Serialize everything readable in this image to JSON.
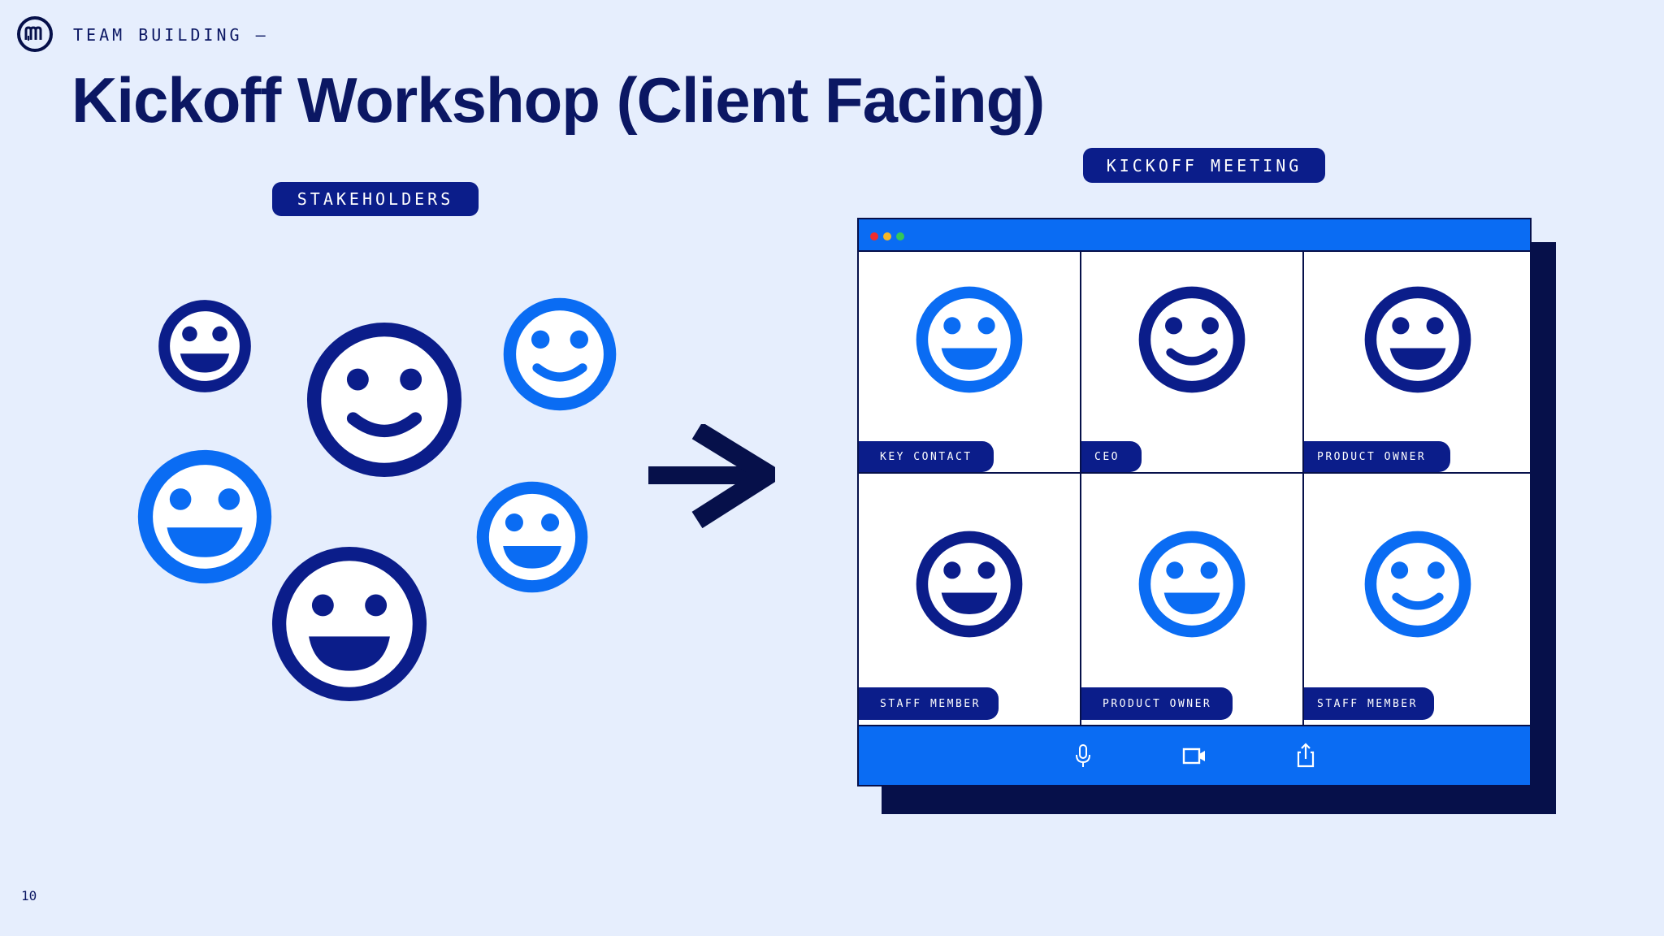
{
  "header": {
    "section_label": "TEAM BUILDING –",
    "title": "Kickoff Workshop (Client Facing)"
  },
  "stakeholders": {
    "label": "STAKEHOLDERS"
  },
  "kickoff": {
    "label": "KICKOFF MEETING",
    "participants": [
      {
        "role": "KEY CONTACT"
      },
      {
        "role": "CEO"
      },
      {
        "role": "PRODUCT OWNER"
      },
      {
        "role": "STAFF MEMBER"
      },
      {
        "role": "PRODUCT OWNER"
      },
      {
        "role": "STAFF MEMBER"
      }
    ],
    "toolbar": {
      "mic_icon": "microphone-icon",
      "camera_icon": "video-camera-icon",
      "share_icon": "share-icon"
    }
  },
  "colors": {
    "background": "#E6EEFD",
    "navy": "#0B1D8A",
    "bright_blue": "#0A6CF3",
    "dark_navy": "#06104A"
  },
  "footer": {
    "page_number": "10"
  }
}
